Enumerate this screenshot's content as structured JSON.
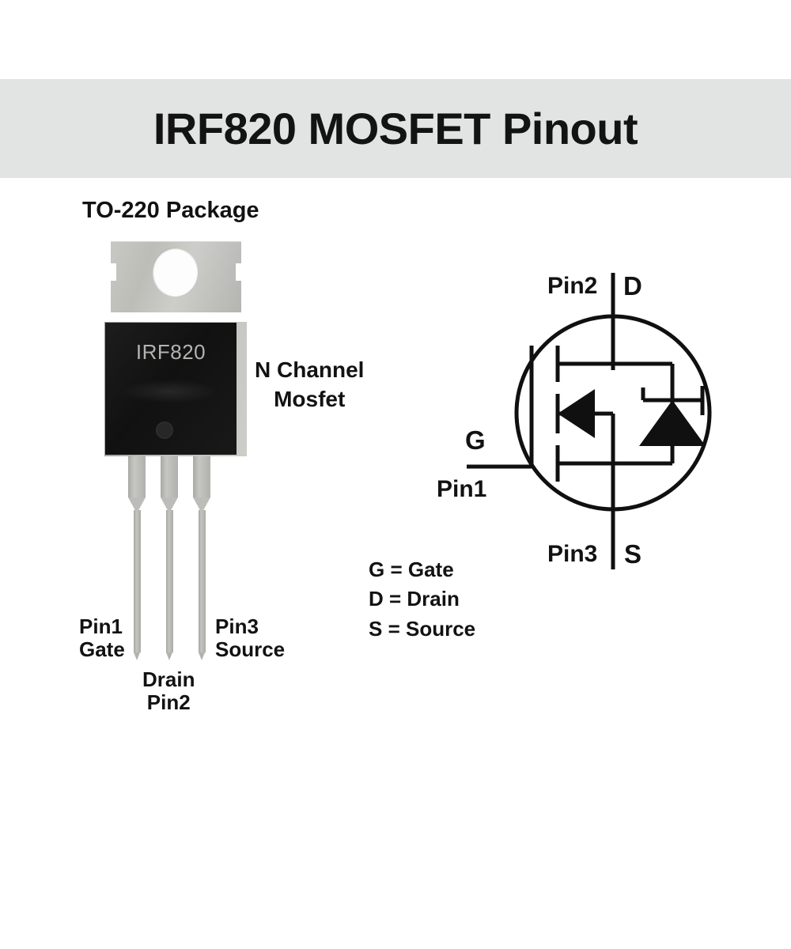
{
  "page": {
    "background_color": "#ffffff"
  },
  "header": {
    "title": "IRF820 MOSFET Pinout",
    "background_color": "#e2e4e3",
    "text_color": "#131313"
  },
  "package": {
    "caption": "TO-220 Package",
    "part_marking": "IRF820",
    "device_type_line1": "N Channel",
    "device_type_line2": "Mosfet",
    "pin_callouts": {
      "pin1_line1": "Pin1",
      "pin1_line2": "Gate",
      "pin2_line1": "Drain",
      "pin2_line2": "Pin2",
      "pin3_line1": "Pin3",
      "pin3_line2": "Source"
    }
  },
  "schematic": {
    "drain_pin": "Pin2",
    "drain_terminal": "D",
    "source_pin": "Pin3",
    "source_terminal": "S",
    "gate_terminal": "G",
    "gate_pin": "Pin1",
    "legend": [
      "G = Gate",
      "D = Drain",
      "S = Source"
    ],
    "stroke_color": "#101010"
  }
}
